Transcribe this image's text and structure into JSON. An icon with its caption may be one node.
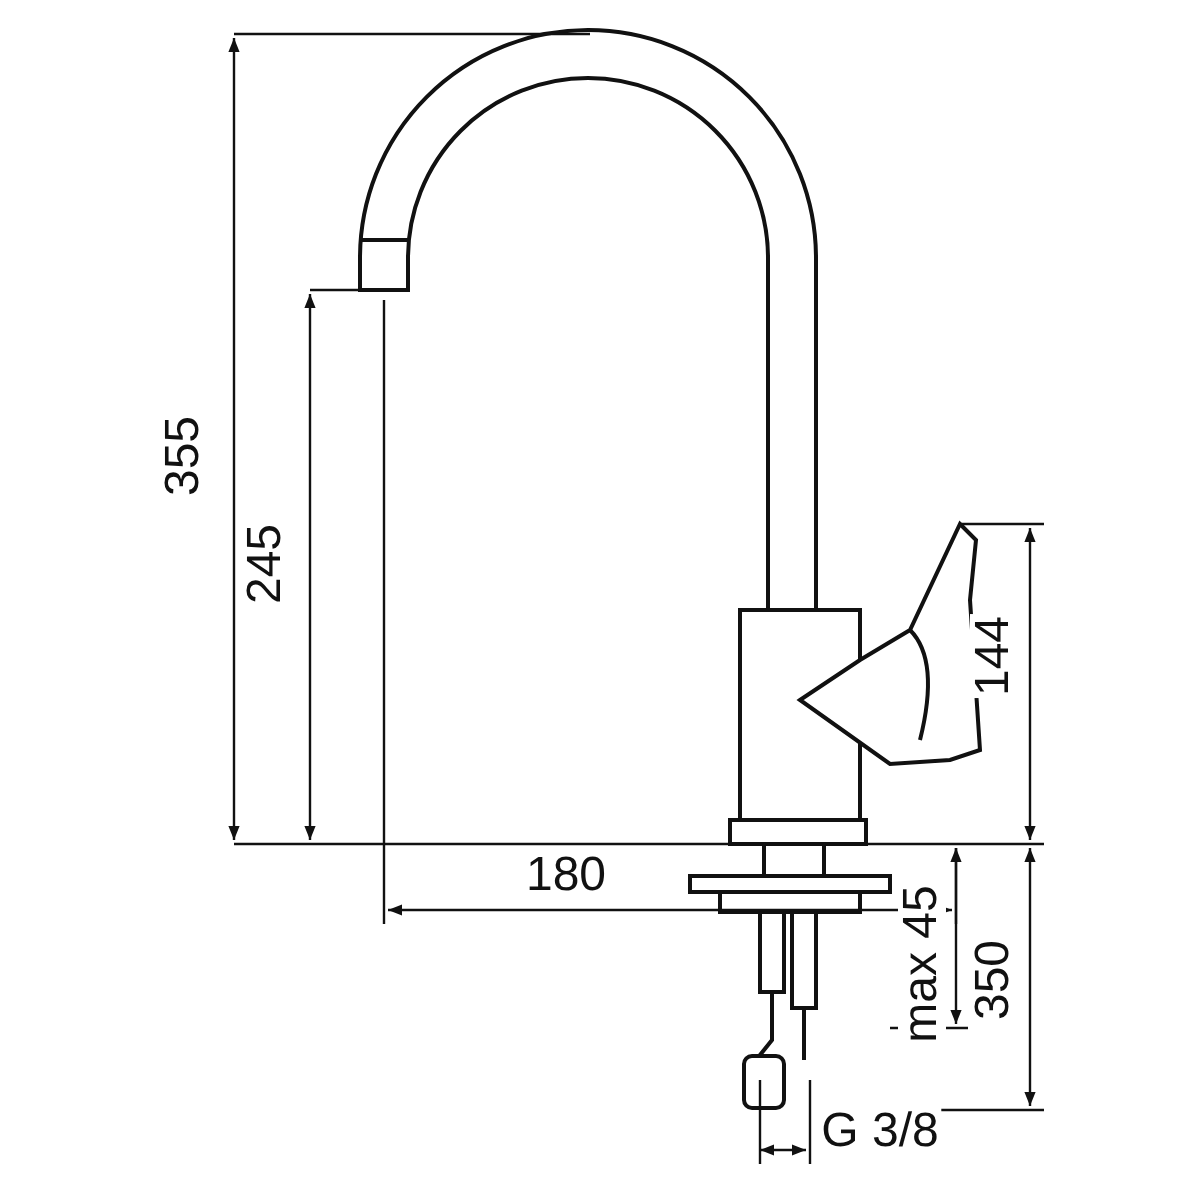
{
  "diagram": {
    "labels": [
      "355",
      "245",
      "180",
      "144",
      "max 45",
      "350",
      "G 3/8"
    ]
  }
}
